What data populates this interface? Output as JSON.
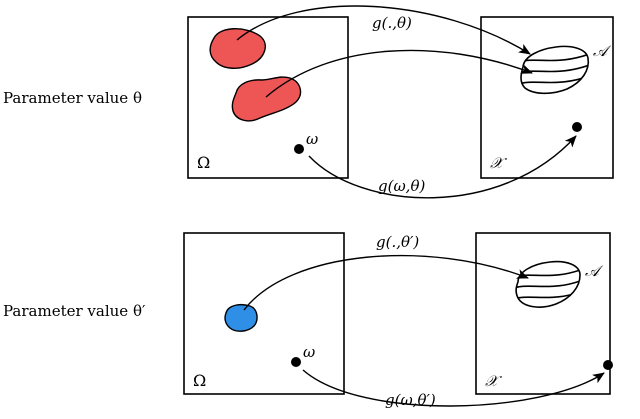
{
  "colors": {
    "theta_region_fill": "#ee5555",
    "theta_prime_region_fill": "#2f8fe6",
    "stroke": "#000000"
  },
  "rows": [
    {
      "label": "Parameter value θ",
      "omega_space": "Ω",
      "x_space": "𝒳",
      "point_label": "ω",
      "set_label": "𝒜",
      "map_set": "g(.,θ)",
      "map_point": "g(ω,θ)"
    },
    {
      "label": "Parameter value θ′",
      "omega_space": "Ω",
      "x_space": "𝒳",
      "point_label": "ω",
      "set_label": "𝒜",
      "map_set": "g(.,θ′)",
      "map_point": "g(ω,θ′)"
    }
  ]
}
